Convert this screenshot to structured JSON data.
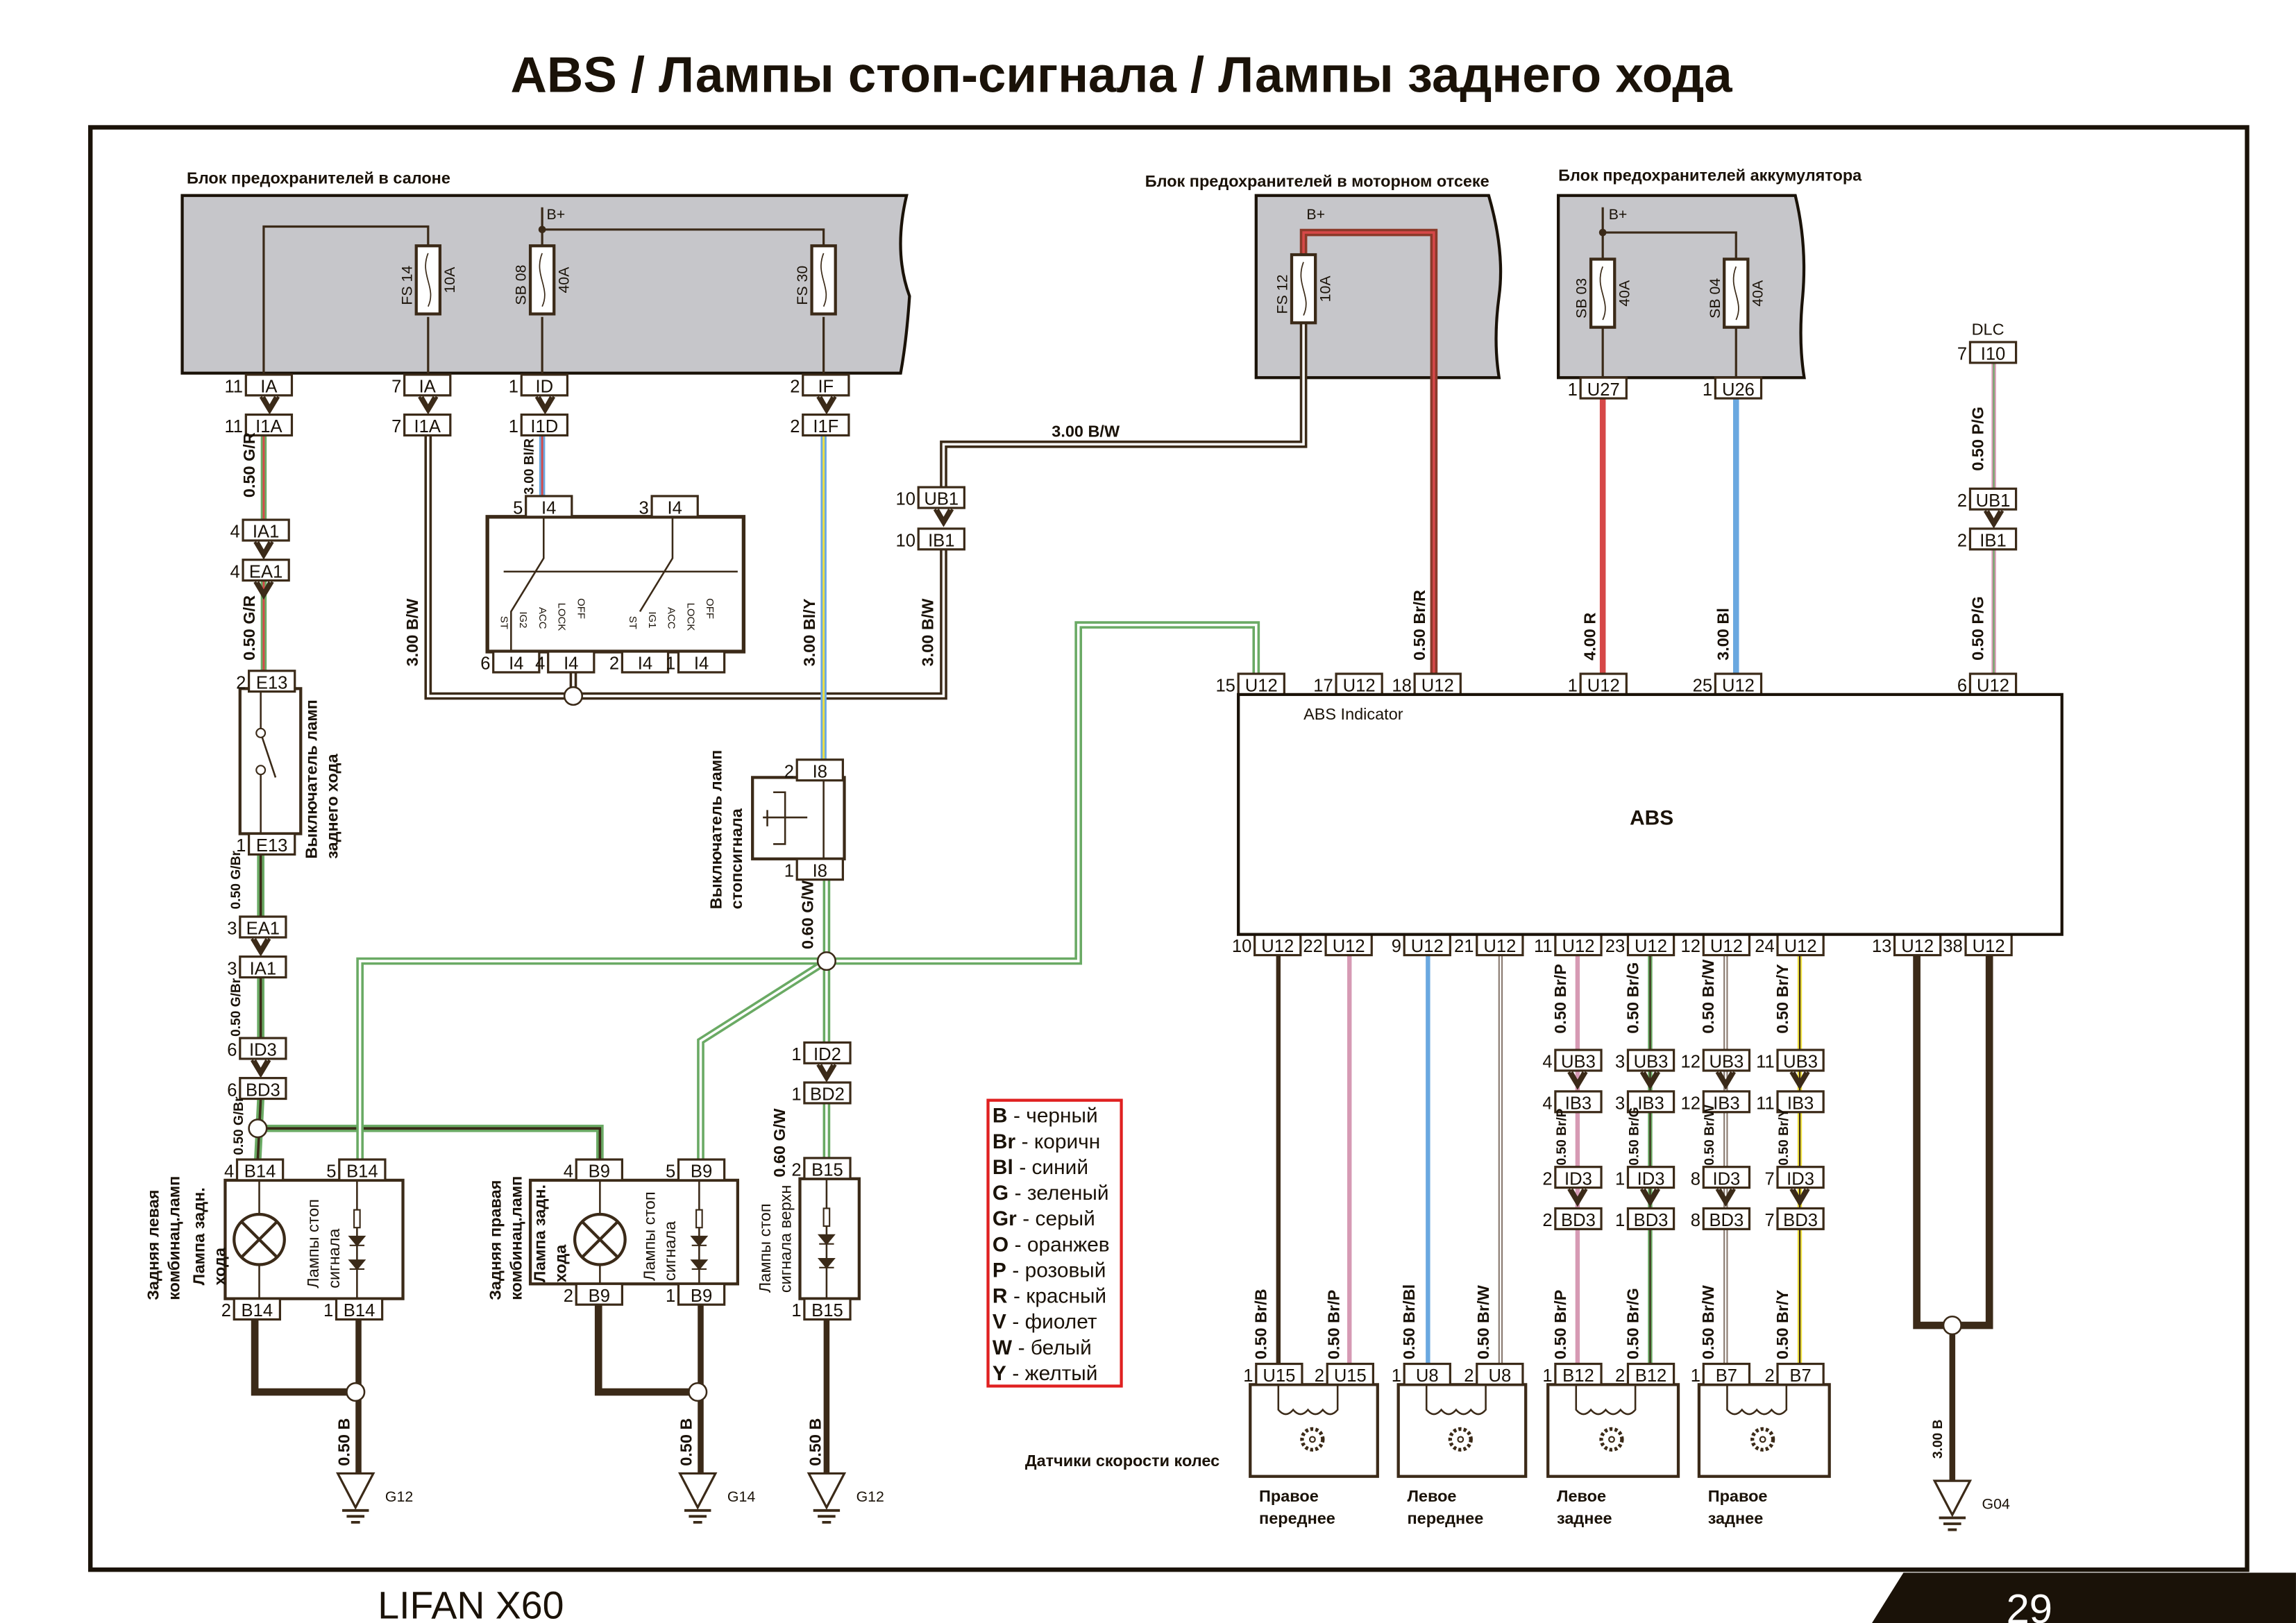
{
  "title": "ABS / Лампы стоп-сигнала / Лампы заднего хода",
  "footer": {
    "model": "LIFAN X60",
    "page": "29"
  },
  "colors": {
    "frame": "#1a1208",
    "fusebox": "#c6c6ca",
    "brown": "#3b2a18",
    "green": "#6aaa64",
    "red": "#d64848",
    "blue": "#6aa8e0",
    "pink": "#d69ab4",
    "yellow": "#efe040",
    "white": "#ffffff",
    "legend_border": "#e02020",
    "brown_red": "#8b3a2a"
  },
  "fuse_boxes": [
    {
      "title": "Блок предохранителей в салоне",
      "supply": "B+",
      "fuses": [
        {
          "name": "FS 14",
          "rating": "10A"
        },
        {
          "name": "SB 08",
          "rating": "40A"
        },
        {
          "name": "FS 30",
          "rating": ""
        }
      ]
    },
    {
      "title": "Блок предохранителей в моторном отсеке",
      "supply": "B+",
      "fuses": [
        {
          "name": "FS 12",
          "rating": "10A"
        }
      ]
    },
    {
      "title": "Блок предохранителей аккумулятора",
      "supply": "B+",
      "fuses": [
        {
          "name": "SB 03",
          "rating": "40A"
        },
        {
          "name": "SB 04",
          "rating": "40A"
        }
      ]
    }
  ],
  "connectors": [
    {
      "pin": "11",
      "id": "IA"
    },
    {
      "pin": "7",
      "id": "IA"
    },
    {
      "pin": "1",
      "id": "ID"
    },
    {
      "pin": "2",
      "id": "IF"
    },
    {
      "pin": "11",
      "id": "I1A"
    },
    {
      "pin": "7",
      "id": "I1A"
    },
    {
      "pin": "1",
      "id": "I1D"
    },
    {
      "pin": "2",
      "id": "I1F"
    },
    {
      "pin": "4",
      "id": "IA1"
    },
    {
      "pin": "4",
      "id": "EA1"
    },
    {
      "pin": "2",
      "id": "E13"
    },
    {
      "pin": "1",
      "id": "E13"
    },
    {
      "pin": "3",
      "id": "EA1"
    },
    {
      "pin": "3",
      "id": "IA1"
    },
    {
      "pin": "6",
      "id": "ID3"
    },
    {
      "pin": "6",
      "id": "BD3"
    },
    {
      "pin": "4",
      "id": "B14"
    },
    {
      "pin": "5",
      "id": "B14"
    },
    {
      "pin": "2",
      "id": "B14"
    },
    {
      "pin": "1",
      "id": "B14"
    },
    {
      "pin": "5",
      "id": "I4"
    },
    {
      "pin": "3",
      "id": "I4"
    },
    {
      "pin": "6",
      "id": "I4"
    },
    {
      "pin": "4",
      "id": "I4"
    },
    {
      "pin": "2",
      "id": "I4"
    },
    {
      "pin": "1",
      "id": "I4"
    },
    {
      "pin": "10",
      "id": "UB1"
    },
    {
      "pin": "10",
      "id": "IB1"
    },
    {
      "pin": "2",
      "id": "I8"
    },
    {
      "pin": "1",
      "id": "I8"
    },
    {
      "pin": "1",
      "id": "ID2"
    },
    {
      "pin": "1",
      "id": "BD2"
    },
    {
      "pin": "2",
      "id": "B15"
    },
    {
      "pin": "1",
      "id": "B15"
    },
    {
      "pin": "4",
      "id": "B9"
    },
    {
      "pin": "5",
      "id": "B9"
    },
    {
      "pin": "2",
      "id": "B9"
    },
    {
      "pin": "1",
      "id": "B9"
    },
    {
      "pin": "1",
      "id": "U27"
    },
    {
      "pin": "1",
      "id": "U26"
    },
    {
      "pin": "7",
      "id": "I10"
    },
    {
      "pin": "2",
      "id": "UB1"
    },
    {
      "pin": "2",
      "id": "IB1"
    },
    {
      "pin": "15",
      "id": "U12"
    },
    {
      "pin": "17",
      "id": "U12"
    },
    {
      "pin": "18",
      "id": "U12"
    },
    {
      "pin": "1",
      "id": "U12"
    },
    {
      "pin": "25",
      "id": "U12"
    },
    {
      "pin": "6",
      "id": "U12"
    },
    {
      "pin": "10",
      "id": "U12"
    },
    {
      "pin": "22",
      "id": "U12"
    },
    {
      "pin": "9",
      "id": "U12"
    },
    {
      "pin": "21",
      "id": "U12"
    },
    {
      "pin": "11",
      "id": "U12"
    },
    {
      "pin": "23",
      "id": "U12"
    },
    {
      "pin": "12",
      "id": "U12"
    },
    {
      "pin": "24",
      "id": "U12"
    },
    {
      "pin": "13",
      "id": "U12"
    },
    {
      "pin": "38",
      "id": "U12"
    },
    {
      "pin": "4",
      "id": "UB3"
    },
    {
      "pin": "3",
      "id": "UB3"
    },
    {
      "pin": "12",
      "id": "UB3"
    },
    {
      "pin": "11",
      "id": "UB3"
    },
    {
      "pin": "4",
      "id": "IB3"
    },
    {
      "pin": "3",
      "id": "IB3"
    },
    {
      "pin": "12",
      "id": "IB3"
    },
    {
      "pin": "11",
      "id": "IB3"
    },
    {
      "pin": "2",
      "id": "ID3"
    },
    {
      "pin": "1",
      "id": "ID3"
    },
    {
      "pin": "8",
      "id": "ID3"
    },
    {
      "pin": "7",
      "id": "ID3"
    },
    {
      "pin": "2",
      "id": "BD3"
    },
    {
      "pin": "1",
      "id": "BD3"
    },
    {
      "pin": "8",
      "id": "BD3"
    },
    {
      "pin": "7",
      "id": "BD3"
    },
    {
      "pin": "1",
      "id": "U15"
    },
    {
      "pin": "2",
      "id": "U15"
    },
    {
      "pin": "1",
      "id": "U8"
    },
    {
      "pin": "2",
      "id": "U8"
    },
    {
      "pin": "1",
      "id": "B12"
    },
    {
      "pin": "2",
      "id": "B12"
    },
    {
      "pin": "1",
      "id": "B7"
    },
    {
      "pin": "2",
      "id": "B7"
    }
  ],
  "wire_labels": [
    "0.50  G/R",
    "0.50  G/R",
    "0.50  G/Br",
    "0.50  G/Br",
    "0.50  G/Br",
    "3.00  B/W",
    "3.00  Bl/R",
    "3.00  Bl/Y",
    "3.00  B/W",
    "3.00  B/W",
    "0.60  G/W",
    "0.60  G/W",
    "0.50  B",
    "0.50  B",
    "0.50  B",
    "0.50  Br/R",
    "4.00  R",
    "3.00  Bl",
    "0.50  P/G",
    "0.50  P/G",
    "0.50  Br/P",
    "0.50  Br/G",
    "0.50  Br/W",
    "0.50  Br/Y",
    "0.50 Br/P",
    "0.50 Br/G",
    "0.50 Br/W",
    "0.50 Br/Y",
    "0.50  Br/B",
    "0.50  Br/P",
    "0.50  Br/Bl",
    "0.50  Br/W",
    "0.50  Br/P",
    "0.50  Br/G",
    "0.50  Br/W",
    "0.50  Br/Y",
    "3.00  B"
  ],
  "ignition_switch": {
    "positions_left": [
      "ST",
      "IG2",
      "ACC",
      "LOCK",
      "OFF"
    ],
    "positions_right": [
      "ST",
      "IG1",
      "ACC",
      "LOCK",
      "OFF"
    ]
  },
  "components": {
    "reverse_switch": [
      "Выключатель ламп",
      "заднего хода"
    ],
    "stop_switch": [
      "Выключатель ламп",
      "стопсигнала"
    ],
    "left_rear_combo": [
      "Задняя левая",
      "комбинац.ламп"
    ],
    "right_rear_combo": [
      "Задняя правая",
      "комбинац.ламп"
    ],
    "reverse_lamp": [
      "Лампа задн.",
      "хода"
    ],
    "stop_lamps": [
      "Лампы стоп",
      "сигнала"
    ],
    "high_stop": [
      "Лампы стоп",
      "сигнала верхн"
    ],
    "abs_indicator": "ABS Indicator",
    "abs": "ABS",
    "dlc": "DLC",
    "wheel_sensors_title": "Датчики скорости колес",
    "sensors": [
      [
        "Правое",
        "переднее"
      ],
      [
        "Левое",
        "переднее"
      ],
      [
        "Левое",
        "заднее"
      ],
      [
        "Правое",
        "заднее"
      ]
    ]
  },
  "grounds": [
    "G12",
    "G14",
    "G12",
    "G04"
  ],
  "legend": [
    {
      "code": "B",
      "name": "- черный"
    },
    {
      "code": "Br",
      "name": "- коричн"
    },
    {
      "code": "Bl",
      "name": "- синий"
    },
    {
      "code": "G",
      "name": "- зеленый"
    },
    {
      "code": "Gr",
      "name": "- серый"
    },
    {
      "code": "O",
      "name": "- оранжев"
    },
    {
      "code": "P",
      "name": "- розовый"
    },
    {
      "code": "R",
      "name": "- красный"
    },
    {
      "code": "V",
      "name": "- фиолет"
    },
    {
      "code": "W",
      "name": "- белый"
    },
    {
      "code": "Y",
      "name": "- желтый"
    }
  ]
}
